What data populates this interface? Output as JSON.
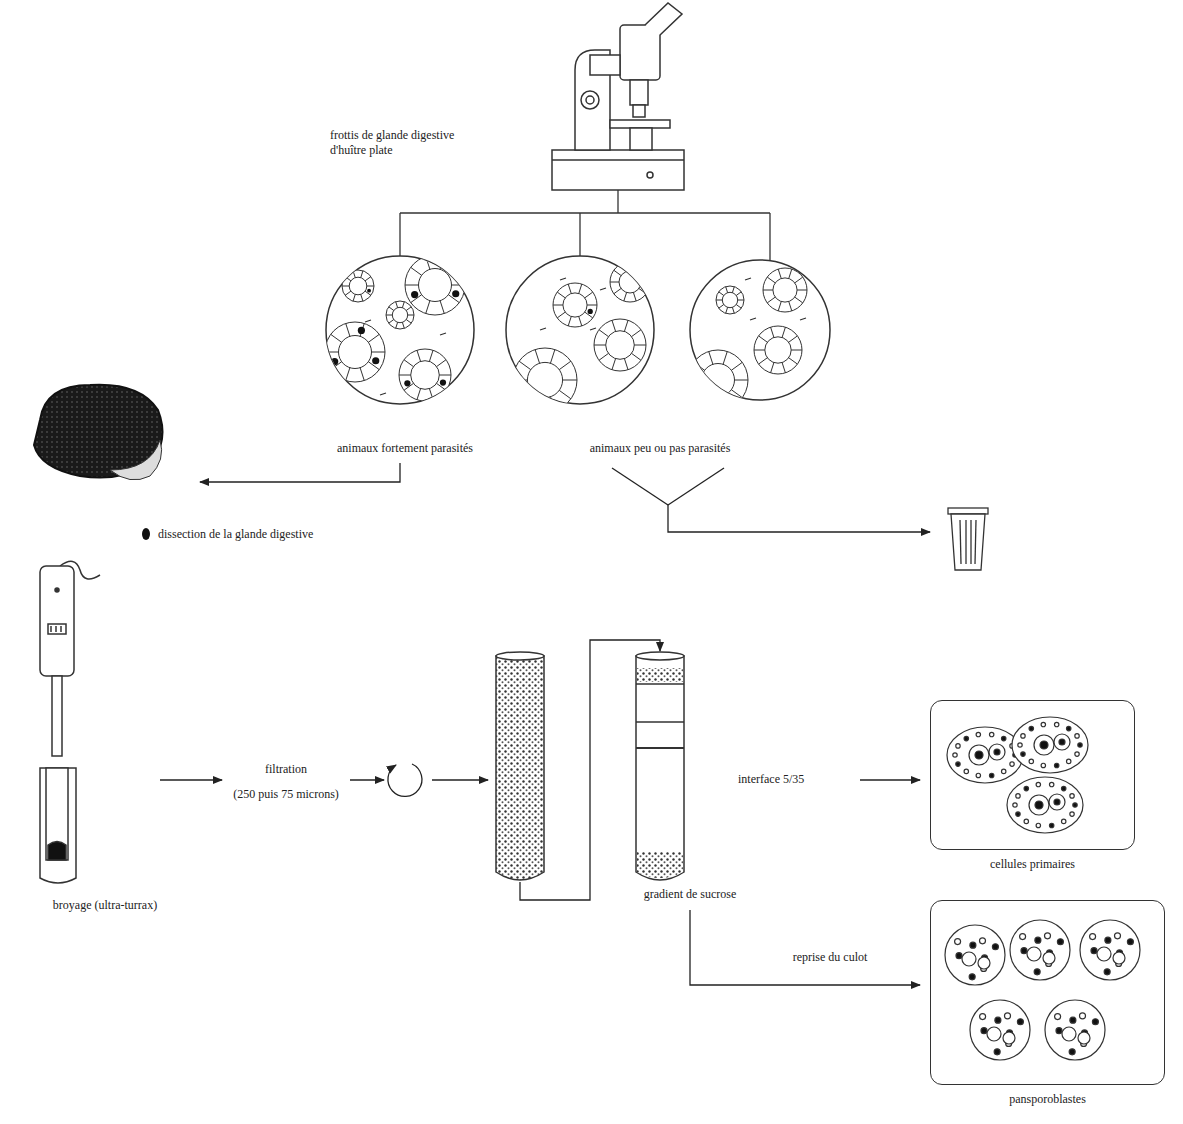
{
  "diagram": {
    "nodes": [
      {
        "text": [
          "cellules primaires"
        ]
      },
      {
        "text": [
          "pansporoblastes"
        ]
      }
    ],
    "labels": [
      "frottis de glande digestive d'huître plate",
      "animaux fortement parasités",
      "animaux peu ou pas parasités",
      "dissection de la glande digestive",
      "broyage (ultra-turrax)",
      "filtration",
      "(250 puis 75 microns)",
      "interface 5/35",
      "gradient de sucrose",
      "reprise du culot"
    ]
  }
}
